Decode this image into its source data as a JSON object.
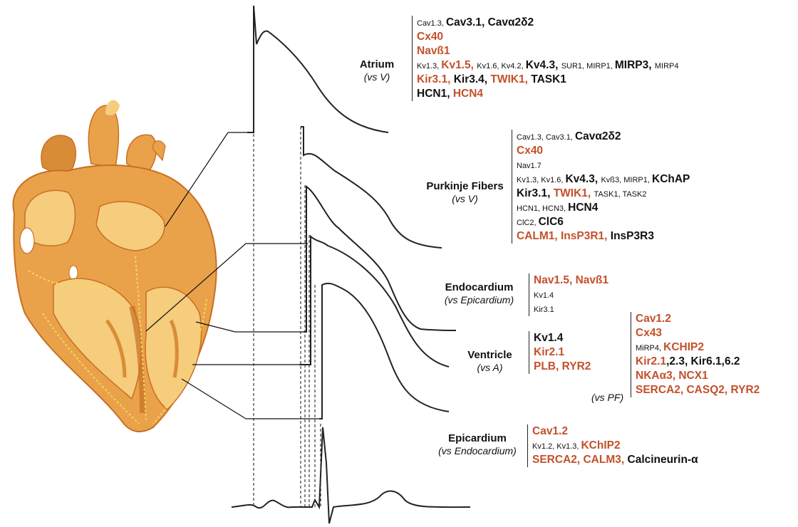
{
  "colors": {
    "red": "#c4502b",
    "black": "#111111",
    "heart_main": "#e9a24a",
    "heart_light": "#f6cc7d",
    "heart_dark": "#c86f23"
  },
  "regions": [
    {
      "title": "Atrium",
      "subtitle": "(vs V)",
      "lines": [
        [
          {
            "t": "Cav1.3, ",
            "s": "s",
            "c": "black"
          },
          {
            "t": "Cav3.1, Cavα2δ2",
            "s": "b",
            "c": "black"
          }
        ],
        [
          {
            "t": "Cx40",
            "s": "b",
            "c": "red"
          }
        ],
        [
          {
            "t": "Navß1",
            "s": "b",
            "c": "red"
          }
        ],
        [
          {
            "t": "Kv1.3, ",
            "s": "s",
            "c": "black"
          },
          {
            "t": "Kv1.5, ",
            "s": "b",
            "c": "red"
          },
          {
            "t": "Kv1.6, Kv4.2, ",
            "s": "s",
            "c": "black"
          },
          {
            "t": "Kv4.3, ",
            "s": "b",
            "c": "black"
          },
          {
            "t": "SUR1, MIRP1, ",
            "s": "s",
            "c": "black"
          },
          {
            "t": "MIRP3, ",
            "s": "b",
            "c": "black"
          },
          {
            "t": "MIRP4",
            "s": "s",
            "c": "black"
          }
        ],
        [
          {
            "t": "Kir3.1, ",
            "s": "b",
            "c": "red"
          },
          {
            "t": "Kir3.4, ",
            "s": "b",
            "c": "black"
          },
          {
            "t": "TWIK1, ",
            "s": "b",
            "c": "red"
          },
          {
            "t": "TASK1",
            "s": "b",
            "c": "black"
          }
        ],
        [
          {
            "t": "HCN1, ",
            "s": "b",
            "c": "black"
          },
          {
            "t": "HCN4",
            "s": "b",
            "c": "red"
          }
        ]
      ]
    },
    {
      "title": "Purkinje Fibers",
      "subtitle": "(vs V)",
      "lines": [
        [
          {
            "t": "Cav1.3, Cav3.1, ",
            "s": "s",
            "c": "black"
          },
          {
            "t": "Cavα2δ2",
            "s": "b",
            "c": "black"
          }
        ],
        [
          {
            "t": "Cx40",
            "s": "b",
            "c": "red"
          }
        ],
        [
          {
            "t": "Nav1.7",
            "s": "s",
            "c": "black"
          }
        ],
        [
          {
            "t": "Kv1.3, Kv1.6, ",
            "s": "s",
            "c": "black"
          },
          {
            "t": "Kv4.3, ",
            "s": "b",
            "c": "black"
          },
          {
            "t": "Kvß3, MIRP1, ",
            "s": "s",
            "c": "black"
          },
          {
            "t": "KChAP",
            "s": "b",
            "c": "black"
          }
        ],
        [
          {
            "t": "Kir3.1, ",
            "s": "b",
            "c": "black"
          },
          {
            "t": "TWIK1, ",
            "s": "b",
            "c": "red"
          },
          {
            "t": "TASK1, TASK2",
            "s": "s",
            "c": "black"
          }
        ],
        [
          {
            "t": "HCN1, HCN3, ",
            "s": "s",
            "c": "black"
          },
          {
            "t": "HCN4",
            "s": "b",
            "c": "black"
          }
        ],
        [
          {
            "t": "ClC2, ",
            "s": "s",
            "c": "black"
          },
          {
            "t": "ClC6",
            "s": "b",
            "c": "black"
          }
        ],
        [
          {
            "t": "CALM1, InsP3R1, ",
            "s": "b",
            "c": "red"
          },
          {
            "t": "InsP3R3",
            "s": "b",
            "c": "black"
          }
        ]
      ]
    },
    {
      "title": "Endocardium",
      "subtitle": "(vs Epicardium)",
      "lines": [
        [
          {
            "t": "Nav1.5, Navß1",
            "s": "b",
            "c": "red"
          }
        ],
        [
          {
            "t": "Kv1.4",
            "s": "s",
            "c": "black"
          }
        ],
        [
          {
            "t": "Kir3.1",
            "s": "s",
            "c": "black"
          }
        ]
      ]
    },
    {
      "title": "Ventricle",
      "subtitle": "(vs A)",
      "lines": [
        [
          {
            "t": "Kv1.4",
            "s": "b",
            "c": "black"
          }
        ],
        [
          {
            "t": "Kir2.1",
            "s": "b",
            "c": "red"
          }
        ],
        [
          {
            "t": "PLB, RYR2",
            "s": "b",
            "c": "red"
          }
        ]
      ]
    },
    {
      "title": "",
      "subtitle": "(vs PF)",
      "lines": [
        [
          {
            "t": "Cav1.2",
            "s": "b",
            "c": "red"
          }
        ],
        [
          {
            "t": "Cx43",
            "s": "b",
            "c": "red"
          }
        ],
        [
          {
            "t": "MiRP4, ",
            "s": "s",
            "c": "black"
          },
          {
            "t": "KCHIP2",
            "s": "b",
            "c": "red"
          }
        ],
        [
          {
            "t": "Kir2.1",
            "s": "b",
            "c": "red"
          },
          {
            "t": ",2.3, Kir6.1,6.2",
            "s": "b",
            "c": "black"
          }
        ],
        [
          {
            "t": "NKAα3, NCX1",
            "s": "b",
            "c": "red"
          }
        ],
        [
          {
            "t": "SERCA2, CASQ2, RYR2",
            "s": "b",
            "c": "red"
          }
        ]
      ]
    },
    {
      "title": "Epicardium",
      "subtitle": "(vs Endocardium)",
      "lines": [
        [
          {
            "t": "Cav1.2",
            "s": "b",
            "c": "red"
          }
        ],
        [
          {
            "t": "Kv1.2, Kv1.3, ",
            "s": "s",
            "c": "black"
          },
          {
            "t": "KChIP2",
            "s": "b",
            "c": "red"
          }
        ],
        [
          {
            "t": "SERCA2, CALM3, ",
            "s": "b",
            "c": "red"
          },
          {
            "t": "Calcineurin-α",
            "s": "b",
            "c": "black"
          }
        ]
      ]
    }
  ]
}
